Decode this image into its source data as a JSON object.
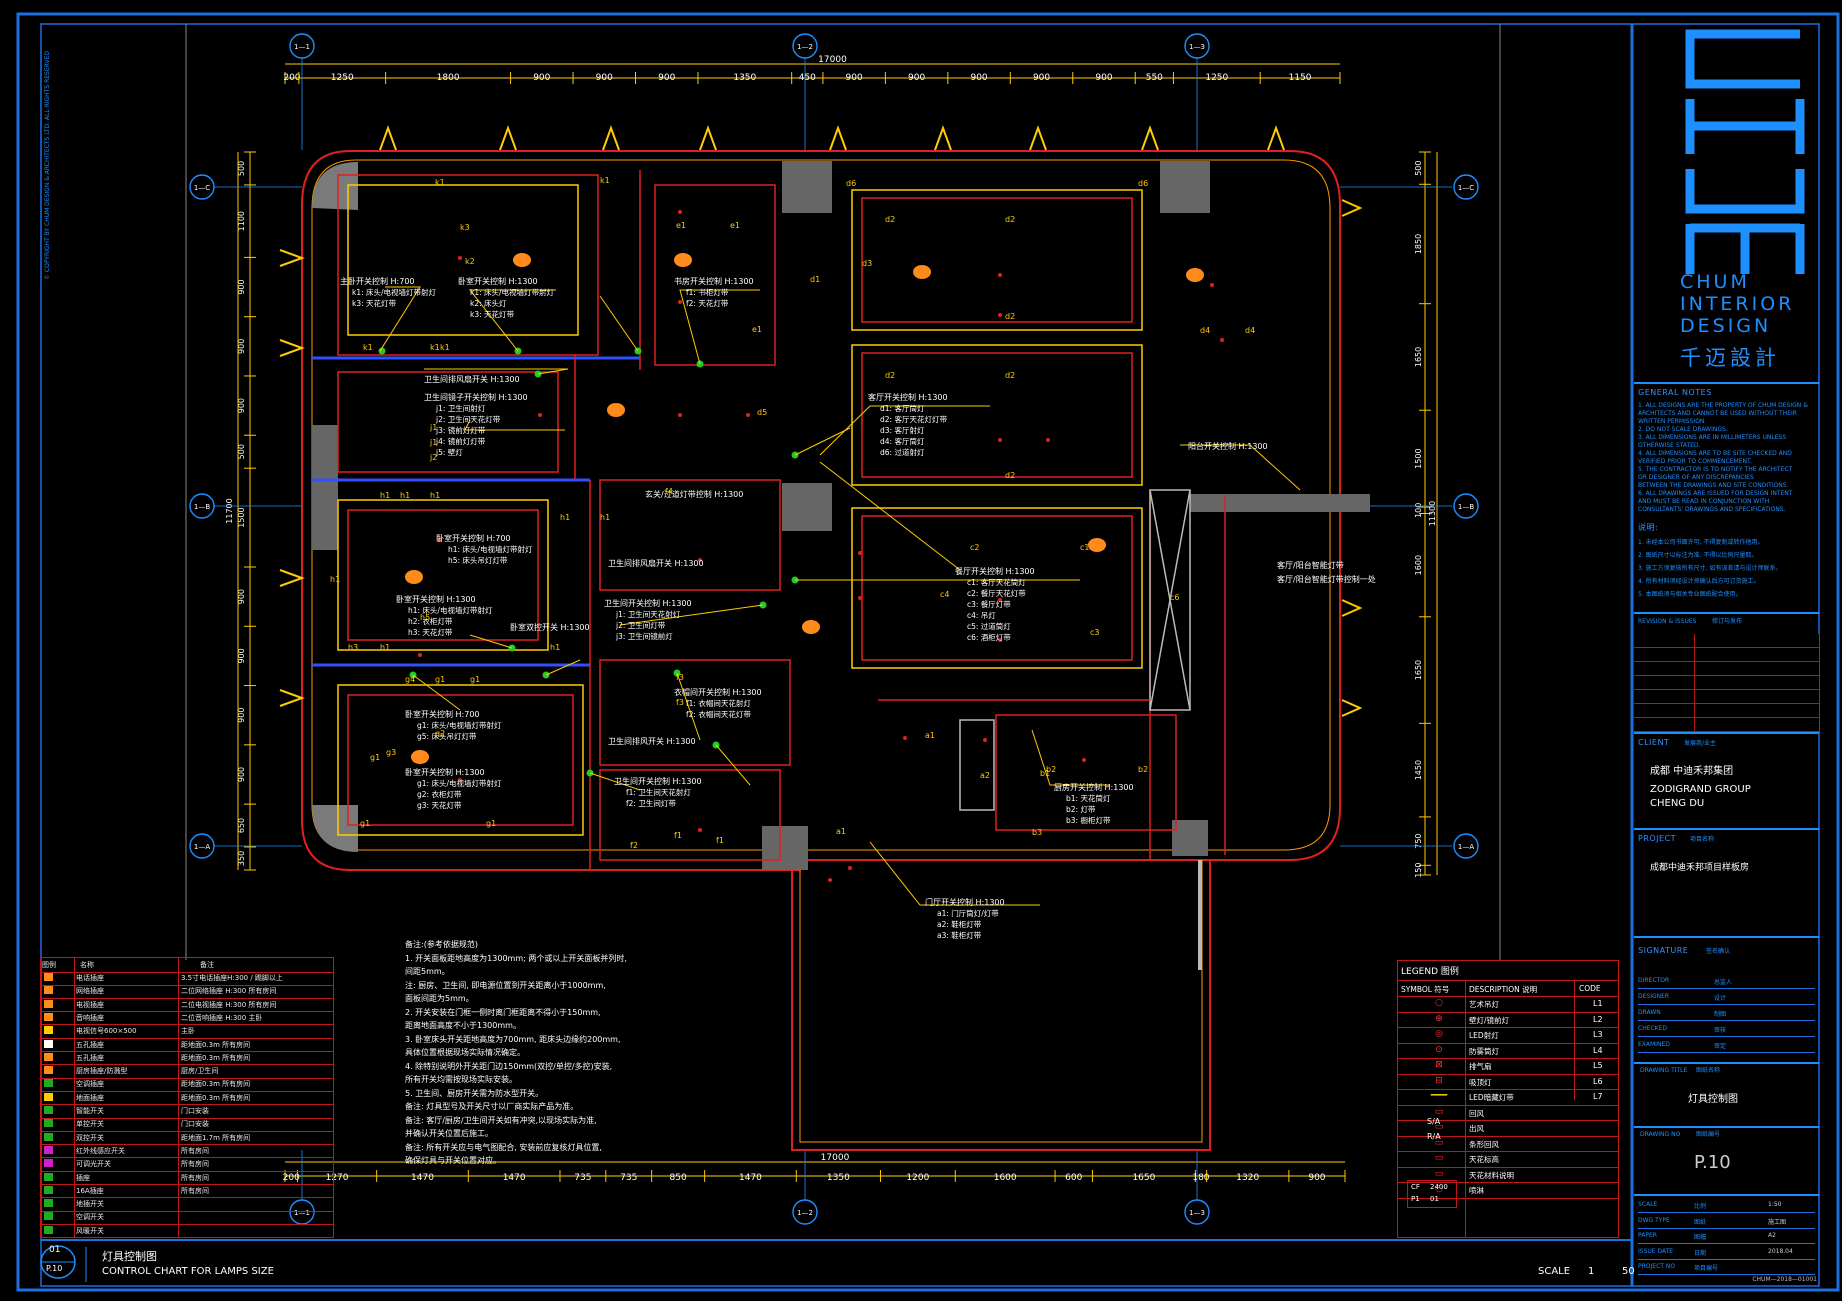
{
  "dims": {
    "top": [
      "200",
      "1250",
      "1800",
      "900",
      "900",
      "900",
      "1350",
      "450",
      "900",
      "900",
      "900",
      "900",
      "900",
      "550",
      "1250",
      "1150"
    ],
    "top_total": "17000",
    "bottom": [
      "200",
      "1270",
      "1470",
      "1470",
      "735",
      "735",
      "850",
      "1470",
      "1350",
      "1200",
      "1600",
      "600",
      "1650",
      "180",
      "1320",
      "900"
    ],
    "bottom_total": "17000",
    "left_total": "11700",
    "left": [
      "500",
      "1100",
      "900",
      "900",
      "900",
      "500",
      "1500",
      "900",
      "900",
      "900",
      "900",
      "650",
      "350"
    ],
    "right": [
      "500",
      "1850",
      "1650",
      "1500",
      "100",
      "1600",
      "1650",
      "1450",
      "750",
      "150"
    ],
    "right_total": "11300"
  },
  "axes": {
    "top": [
      "1—1",
      "1—2",
      "1—3"
    ],
    "left": [
      "1—C",
      "1—B",
      "1—A"
    ],
    "right": [
      "1—C",
      "1—B",
      "1—A"
    ],
    "bottom": [
      "1—1",
      "1—2",
      "1—3"
    ]
  },
  "rooms": {
    "k": [
      "k1",
      "k1",
      "k3",
      "k2",
      "k1",
      "k1",
      "k1"
    ],
    "j": [
      "j1",
      "j1",
      "j2"
    ],
    "h": [
      "h1",
      "h1",
      "h1",
      "h1",
      "h1",
      "h3",
      "h1",
      "h1",
      "h1",
      "h5"
    ],
    "g": [
      "g1",
      "g1",
      "g3",
      "g2",
      "g1",
      "g1",
      "g1",
      "g4"
    ],
    "f": [
      "f1",
      "f1",
      "f2",
      "f4",
      "f3",
      "f3"
    ],
    "e": [
      "e1",
      "e1",
      "e1"
    ],
    "d": [
      "d1",
      "d2",
      "d2",
      "d2",
      "d2",
      "d2",
      "d2",
      "d3",
      "d4",
      "d4",
      "d5",
      "d6",
      "d6"
    ],
    "c": [
      "c1",
      "c2",
      "c3",
      "c4",
      "c6"
    ],
    "a": [
      "a1",
      "a1",
      "a2"
    ],
    "b": [
      "b1",
      "b2",
      "b2",
      "b3"
    ]
  },
  "callouts": {
    "k_master": "主卧开关控制 H:700",
    "k_master_items": [
      "k1: 床头/电视墙灯带射灯",
      "k3: 天花灯带"
    ],
    "k_room": "卧室开关控制 H:1300",
    "k_room_items": [
      "k1: 床头/电视墙灯带射灯",
      "k2: 床头灯",
      "k3: 天花灯带"
    ],
    "e_room": "书房开关控制 H:1300",
    "e_items": [
      "f1: 书柜灯带",
      "f2: 天花灯带"
    ],
    "j_bath": "卫生间镜子开关控制 H:1300",
    "j_wash": "卫生间开关控制 H:1300",
    "j_items": [
      "j1: 卫生间射灯",
      "j2: 卫生间天花灯带",
      "j3: 镜前灯灯带",
      "j4: 镜前灯灯带",
      "j5: 壁灯"
    ],
    "d_living": "客厅开关控制 H:1300",
    "d_items": [
      "d1: 客厅筒灯",
      "d2: 客厅天花灯灯带",
      "d3: 客厅射灯",
      "d4: 客厅筒灯",
      "d6: 过道射灯"
    ],
    "h_room": "卧室开关控制 H:700",
    "h_items": [
      "h1: 床头/电视墙灯带射灯",
      "h5: 床头吊灯灯带"
    ],
    "h_room2": "卧室开关控制 H:1300",
    "h_items2": [
      "h1: 床头/电视墙灯带射灯",
      "h2: 衣柜灯带",
      "h3: 天花灯带"
    ],
    "h_dual": "卧室双控开关 H:1300",
    "c_dining": "餐厅开关控制 H:1300",
    "c_items": [
      "c1: 客厅天花筒灯",
      "c2: 餐厅天花灯带",
      "c3: 餐厅灯带",
      "c4: 吊灯",
      "c5: 过道筒灯",
      "c6: 酒柜灯带"
    ],
    "a_entry": "门厅开关控制 H:1300",
    "a_items": [
      "a1: 门厅筒灯/灯带",
      "a2: 鞋柜灯带",
      "a3: 鞋柜灯带"
    ],
    "b_kitchen": "厨房开关控制 H:1300",
    "b_items": [
      "b1: 天花筒灯",
      "b2: 灯带",
      "b3: 橱柜灯带"
    ],
    "g_room": "卧室开关控制 H:700",
    "g_items": [
      "g1: 床头/电视墙灯带射灯",
      "g5: 床头吊灯灯带"
    ],
    "g_room2": "卧室开关控制 H:1300",
    "g_items2": [
      "g1: 床头/电视墙灯带射灯",
      "g2: 衣柜灯带",
      "g3: 天花灯带"
    ],
    "f_bath": "卫生间开关控制 H:1300",
    "f_items": [
      "f1: 卫生间天花射灯",
      "f2: 卫生间灯带"
    ],
    "f_cloak": "衣帽间开关控制 H:1300",
    "f_cloak_items": [
      "f1: 衣帽间天花射灯",
      "f2: 衣帽间天花灯带"
    ],
    "fan": "卫生间排风扇开关 H:1300",
    "fan2": "卫生间排风扇开关 H:1300",
    "fan3": "卫生间排风开关 H:1300",
    "kitchen_switch": "厨房开关控制 H:1300",
    "corridor": "玄关/过道灯带控制 H:1300",
    "balcony": "阳台开关控制 H:1300",
    "balcony_note": "阳台开关控制 H:1300",
    "window_note": "客厅/阳台智能灯带",
    "window_note2": "客厅/阳台智能灯带控制一处"
  },
  "notes_title": "备注:(参考依据规范)",
  "notes": [
    "1. 开关面板距地高度为1300mm; 两个或以上开关面板并列时,",
    "   间距5mm。",
    "   注: 厨房、卫生间, 即电源位置到开关距离小于1000mm,",
    "   面板间距为5mm。",
    "2. 开关安装在门框一侧时离门框距离不得小于150mm,",
    "   距离地面高度不小于1300mm。",
    "3. 卧室床头开关距地高度为700mm, 距床头边缘约200mm,",
    "   具体位置根据现场实际情况确定。",
    "4. 除特别说明外开关距门边150mm(双控/单控/多控)安装,",
    "   所有开关均需按现场实际安装。",
    "5. 卫生间、厨房开关需为防水型开关。",
    "备注: 灯具型号及开关尺寸以厂商实际产品为准。",
    "备注: 客厅/厨房/卫生间开关如有冲突,以现场实际为准,",
    "   并确认开关位置后施工。",
    "备注: 所有开关应与电气图配合, 安装前应复核灯具位置,",
    "   确保灯具与开关位置对应。"
  ],
  "schedule": {
    "head": [
      "图例",
      "名称",
      "备注"
    ],
    "rows": [
      {
        "name": "电话插座",
        "note": "3.5寸电话插座H:300 / 踢脚以上"
      },
      {
        "name": "网络插座",
        "note": "二位网络插座 H:300 所有房间"
      },
      {
        "name": "电视插座",
        "note": "二位电视插座 H:300 所有房间"
      },
      {
        "name": "音响插座",
        "note": "二位音响插座 H:300 主卧"
      },
      {
        "name": "电视信号600×500",
        "note": "主卧"
      },
      {
        "name": "五孔插座",
        "note": "距地面0.3m 所有房间"
      },
      {
        "name": "五孔插座",
        "note": "距地面0.3m 所有房间"
      },
      {
        "name": "厨房插座/防溅型",
        "note": "厨房/卫生间"
      },
      {
        "name": "空调插座",
        "note": "距地面0.3m 所有房间"
      },
      {
        "name": "地面插座",
        "note": "距地面0.3m 所有房间"
      },
      {
        "name": "智能开关",
        "note": "门口安装"
      },
      {
        "name": "单控开关",
        "note": "门口安装"
      },
      {
        "name": "双控开关",
        "note": "距地面1.7m 所有房间"
      },
      {
        "name": "红外线感应开关",
        "note": "所有房间"
      },
      {
        "name": "可调光开关",
        "note": "所有房间"
      },
      {
        "name": "插座",
        "note": "所有房间"
      },
      {
        "name": "16A插座",
        "note": "所有房间"
      },
      {
        "name": "地插开关",
        "note": ""
      },
      {
        "name": "空调开关",
        "note": ""
      },
      {
        "name": "风暖开关",
        "note": ""
      }
    ]
  },
  "legend": {
    "title": "LEGEND 图例",
    "head": [
      "SYMBOL 符号",
      "DESCRIPTION 说明",
      "CODE"
    ],
    "rows": [
      {
        "desc": "艺术吊灯",
        "code": "L1"
      },
      {
        "desc": "壁灯/镜前灯",
        "code": "L2"
      },
      {
        "desc": "LED射灯",
        "code": "L3"
      },
      {
        "desc": "防雾筒灯",
        "code": "L4"
      },
      {
        "desc": "排气扇",
        "code": "L5"
      },
      {
        "desc": "吸顶灯",
        "code": "L6"
      },
      {
        "desc": "LED暗藏灯带",
        "code": "L7"
      },
      {
        "desc": "回风",
        "code": ""
      },
      {
        "desc": "出风",
        "code": ""
      },
      {
        "desc": "条形回风",
        "code": ""
      },
      {
        "desc": "天花标高",
        "code": ""
      },
      {
        "desc": "天花材料说明",
        "code": ""
      },
      {
        "desc": "喷淋",
        "code": ""
      }
    ],
    "sa": "S/A",
    "ra": "R/A",
    "cf": "CF",
    "cf_val": "2400",
    "p1": "P1",
    "p1_val": "01"
  },
  "titleblock": {
    "brand_lines": [
      "CHUM",
      "INTERIOR",
      "DESIGN"
    ],
    "brand_cn": "千迈設計",
    "general_notes": "GENERAL NOTES",
    "notes_lines": [
      "1. ALL DESIGNS ARE THE PROPERTY OF CHUM DESIGN &",
      "   ARCHITECTS AND CANNOT BE USED WITHOUT THEIR",
      "   WRITTEN PERMISSION.",
      "2. DO NOT SCALE DRAWINGS.",
      "3. ALL DIMENSIONS ARE IN MILLIMETERS UNLESS",
      "   OTHERWISE STATED.",
      "4. ALL DIMENSIONS ARE TO BE SITE CHECKED AND",
      "   VERIFIED PRIOR TO COMMENCEMENT.",
      "5. THE CONTRACTOR IS TO NOTIFY THE ARCHITECT",
      "   OR DESIGNER OF ANY DISCREPANCIES",
      "   BETWEEN THE DRAWINGS AND SITE CONDITIONS.",
      "6. ALL DRAWINGS ARE ISSUED FOR DESIGN INTENT",
      "   AND MUST BE READ IN CONJUNCTION WITH",
      "   CONSULTANTS' DRAWINGS AND SPECIFICATIONS."
    ],
    "remarks": "说明:",
    "remark_lines": [
      "1. 未经本公司书面许可, 不得复制或转作他用。",
      "2. 图纸尺寸以标注为准, 不得以比例尺量取。",
      "3. 施工方须复核所有尺寸, 如有误差请与设计师联系。",
      "4. 所有材料须经设计师确认后方可订货施工。",
      "5. 本图纸须与相关专业图纸配合使用。"
    ],
    "revision": "REVISION & ISSUES",
    "revision_cn": "修订与发布",
    "client": "CLIENT",
    "client_cn": "发展商/业主",
    "client_name_cn": "成都 中迪禾邦集团",
    "client_name_1": "ZODIGRAND GROUP",
    "client_name_2": "CHENG DU",
    "project": "PROJECT",
    "project_cn": "项目名称",
    "project_name": "成都中迪禾邦项目样板房",
    "signature": "SIGNATURE",
    "signature_cn": "签名确认",
    "sig_rows": [
      {
        "en": "DIRECTOR",
        "cn": "总监人"
      },
      {
        "en": "DESIGNER",
        "cn": "设计"
      },
      {
        "en": "DRAWN",
        "cn": "制图"
      },
      {
        "en": "CHECKED",
        "cn": "审核"
      },
      {
        "en": "EXAMINED",
        "cn": "审定"
      }
    ],
    "drawing_title": "DRAWING TITLE",
    "drawing_title_cn": "图纸名称",
    "drawing_title_val": "灯具控制图",
    "drawing_no": "DRAWING NO",
    "drawing_no_cn": "图纸编号",
    "drawing_no_val": "P.10",
    "meta": [
      {
        "en": "SCALE",
        "cn": "比例",
        "v": "1:50"
      },
      {
        "en": "DWG TYPE",
        "cn": "图纸",
        "v": "施工图"
      },
      {
        "en": "PAPER",
        "cn": "图幅",
        "v": "A2"
      },
      {
        "en": "ISSUE DATE",
        "cn": "日期",
        "v": "2018.04"
      },
      {
        "en": "PROJECT NO",
        "cn": "项目编号",
        "v": ""
      }
    ],
    "project_no": "CHUM—2018—01001"
  },
  "sheet": {
    "num": "01",
    "ref": "P.10",
    "title_cn": "灯具控制图",
    "title_en": "CONTROL CHART FOR LAMPS SIZE",
    "scale_label": "SCALE",
    "scale_1": "1",
    "scale_2": "50"
  },
  "copyright": "© COPYRIGHT BY CHUM DESIGN & ARCHITECTS LTD. ALL RIGHTS RESERVED"
}
